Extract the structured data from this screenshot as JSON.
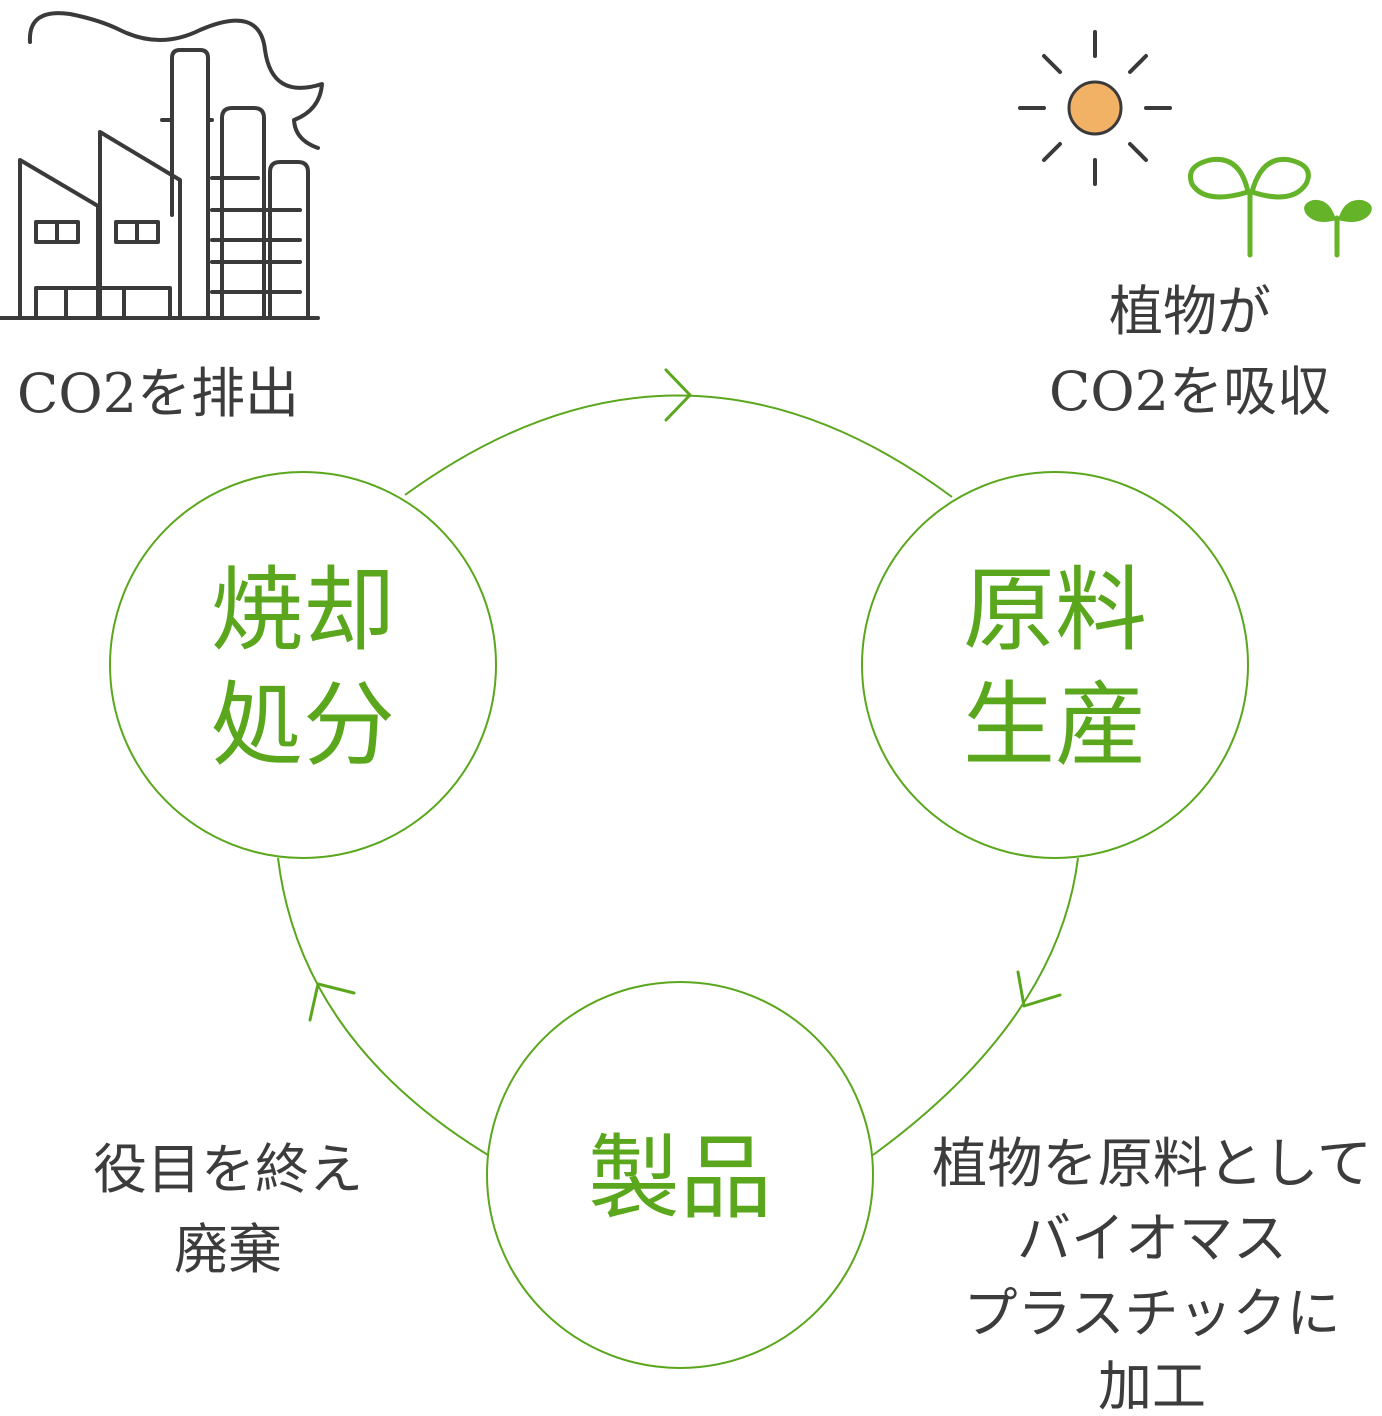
{
  "colors": {
    "accent": "#5aa71d",
    "text": "#3c3c3c",
    "factory": "#3a3a3a",
    "sun": "#f2b266",
    "sprout": "#64b329"
  },
  "icons": {
    "factory": "factory-icon",
    "sun": "sun-icon",
    "sprout": "sprout-icon",
    "arrow": "chevron-arrow-icon"
  },
  "notes": {
    "emission": "CO2を排出",
    "absorption_line1": "植物が",
    "absorption_line2": "CO2を吸収",
    "disposal_line1": "役目を終え",
    "disposal_line2": "廃棄",
    "processing_line1": "植物を原料として",
    "processing_line2": "バイオマス",
    "processing_line3": "プラスチックに",
    "processing_line4": "加工"
  },
  "nodes": {
    "raw_material": {
      "line1": "原料",
      "line2": "生産"
    },
    "product": {
      "line1": "製品"
    },
    "incineration": {
      "line1": "焼却",
      "line2": "処分"
    }
  }
}
